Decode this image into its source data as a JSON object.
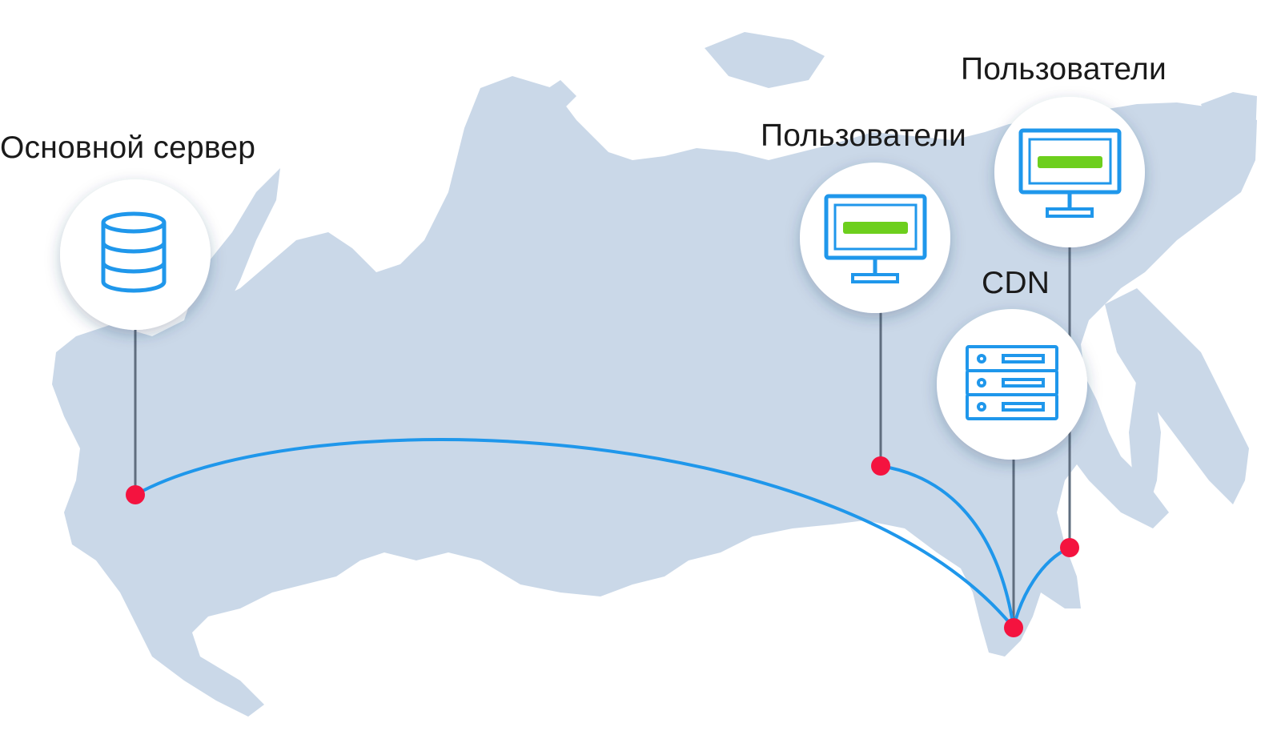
{
  "colors": {
    "map_fill": "#cad8e8",
    "link_line": "#1f97eb",
    "stem_line": "#5f6d7e",
    "node_dot": "#f4133f",
    "icon_stroke": "#1f97eb",
    "screen_bar": "#6dcf1d"
  },
  "nodes": {
    "origin": {
      "label": "Основной сервер",
      "icon": "database-icon"
    },
    "users_west": {
      "label": "Пользователи",
      "icon": "monitor-icon"
    },
    "users_east": {
      "label": "Пользователи",
      "icon": "monitor-icon"
    },
    "cdn": {
      "label": "CDN",
      "icon": "server-rack-icon"
    }
  }
}
